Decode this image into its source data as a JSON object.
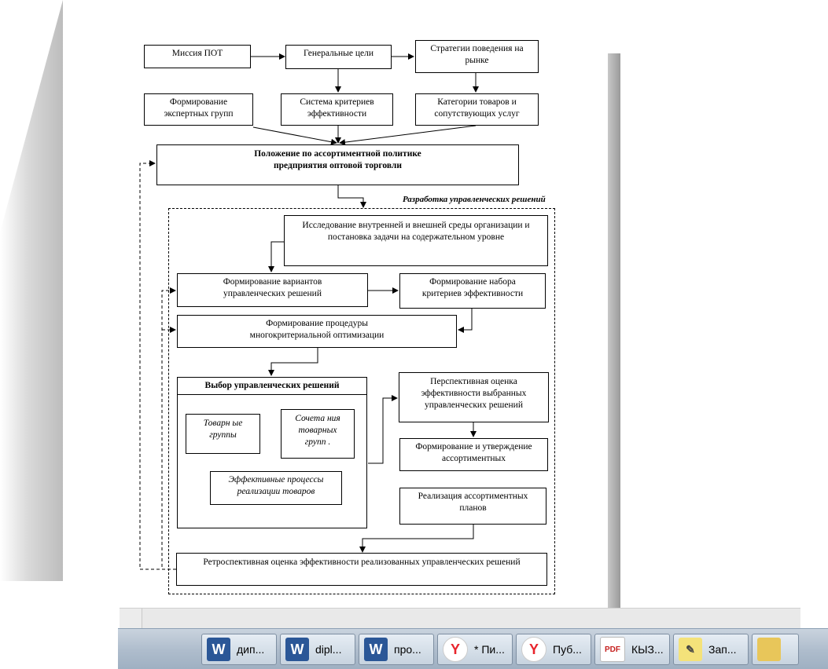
{
  "diagram": {
    "mission": "Миссия ПОТ",
    "general_goals": "Генеральные цели",
    "market_strategies": "Стратегии поведения на рынке",
    "expert_groups": "Формирование экспертных групп",
    "criteria_system": "Система критериев эффективности",
    "product_categories": "Категории товаров и сопутствующих  услуг",
    "policy_statement": "Положение по ассортиментной политике предприятия оптовой торговли",
    "frame_label": "Разработка управленческих решений",
    "environment_research": "Исследование внутренней и внешней среды организации и постановка задачи на содержательном уровне",
    "variants_forming": "Формирование вариантов управленческих решений",
    "criteria_set": "Формирование набора критериев эффективности",
    "optimization_procedure": "Формирование процедуры многокритериальной оптимизации",
    "choice_title": "Выбор управленческих решений",
    "product_groups": "Товарн ые  группы",
    "combinations": "Сочета ния товарных групп .",
    "effective_processes": "Эффективные процессы реализации товаров",
    "prospective_evaluation": "Перспективная оценка эффективности выбранных управленческих решений",
    "plans_approval": "Формирование и утверждение ассортиментных",
    "plans_realization": "Реализация ассортиментных планов",
    "retrospective_evaluation": "Ретроспективная  оценка эффективности реализованных управленческих решений"
  },
  "taskbar": {
    "items": [
      {
        "label": "дип...",
        "icon": "word-icon"
      },
      {
        "label": "dipl...",
        "icon": "word-icon"
      },
      {
        "label": "про...",
        "icon": "word-icon"
      },
      {
        "label": "* Пи...",
        "icon": "yandex-browser-icon"
      },
      {
        "label": "Пуб...",
        "icon": "yandex-browser-icon"
      },
      {
        "label": "КЫЗ...",
        "icon": "pdf-icon"
      },
      {
        "label": "Зап...",
        "icon": "sticky-notes-icon"
      }
    ],
    "icon_letters": {
      "word": "W",
      "yandex": "Y",
      "pdf": "PDF",
      "notes": "✎"
    }
  },
  "colors": {
    "word": "#2b5797",
    "yandex": "#e8242c",
    "pdf": "#c6211f"
  }
}
